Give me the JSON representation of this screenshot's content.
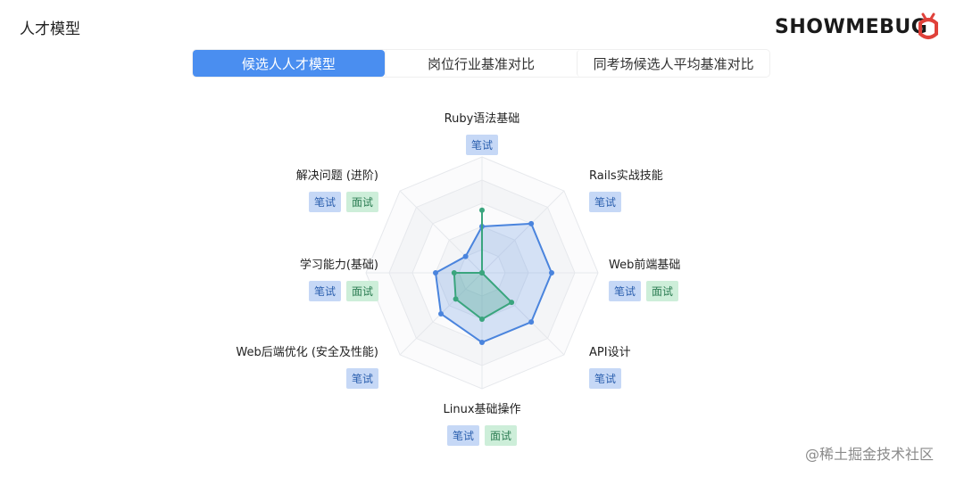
{
  "page": {
    "title": "人才模型",
    "brand": "SHOWMEBUG",
    "watermark": "@稀土掘金技术社区"
  },
  "tabs": [
    {
      "label": "候选人人才模型",
      "active": true
    },
    {
      "label": "岗位行业基准对比",
      "active": false
    },
    {
      "label": "同考场候选人平均基准对比",
      "active": false
    }
  ],
  "colors": {
    "tab_active": "#4a8ef0",
    "series_blue": "#4a84dd",
    "series_green": "#3aa57e",
    "tag_written_bg": "#c6d8f6",
    "tag_interview_bg": "#cdeed9"
  },
  "chart_data": {
    "type": "radar",
    "title": "",
    "max": 5,
    "axes": [
      {
        "label": "Ruby语法基础",
        "tags": [
          "笔试"
        ]
      },
      {
        "label": "Rails实战技能",
        "tags": [
          "笔试"
        ]
      },
      {
        "label": "Web前端基础",
        "tags": [
          "笔试",
          "面试"
        ]
      },
      {
        "label": "API设计",
        "tags": [
          "笔试"
        ]
      },
      {
        "label": "Linux基础操作",
        "tags": [
          "笔试",
          "面试"
        ]
      },
      {
        "label": "Web后端优化 (安全及性能)",
        "tags": [
          "笔试"
        ]
      },
      {
        "label": "学习能力(基础)",
        "tags": [
          "笔试",
          "面试"
        ]
      },
      {
        "label": "解决问题 (进阶)",
        "tags": [
          "笔试",
          "面试"
        ]
      }
    ],
    "series": [
      {
        "values": [
          2.0,
          3.0,
          3.0,
          3.0,
          3.0,
          2.5,
          2.0,
          1.0
        ]
      },
      {
        "values": [
          2.7,
          0,
          0,
          1.8,
          2.0,
          1.6,
          1.2,
          0
        ]
      }
    ]
  }
}
